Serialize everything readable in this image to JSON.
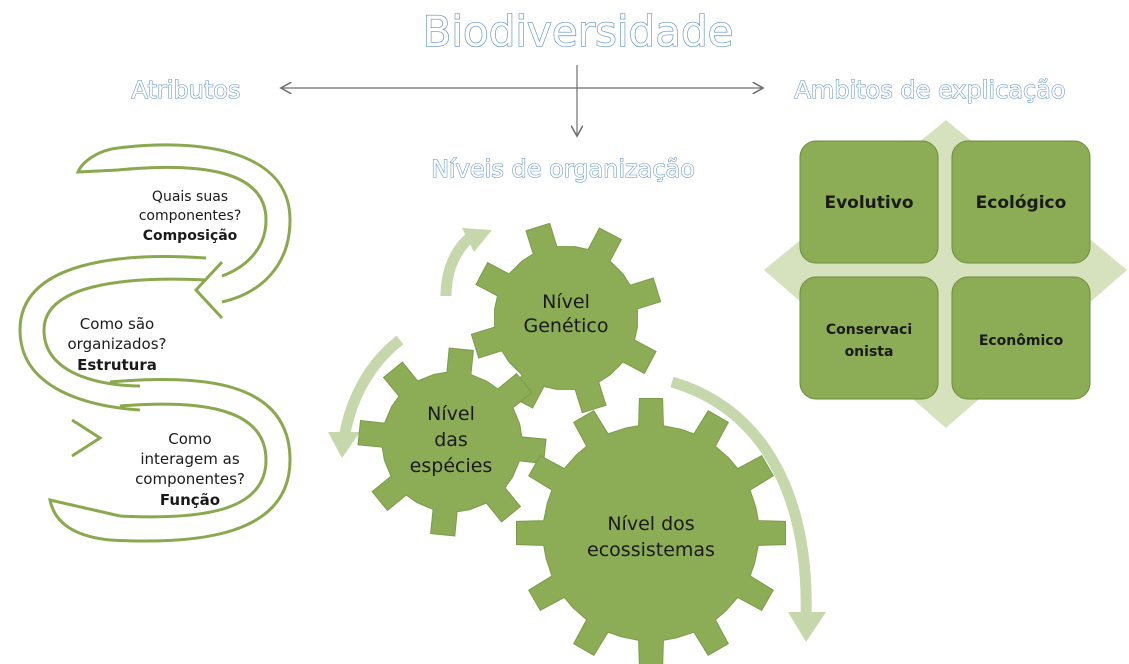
{
  "title": "Biodiversidade",
  "headings": {
    "left": "Atributos",
    "center": "Níveis de organização",
    "right": "Ambitos de explicação"
  },
  "attributes": [
    {
      "question": [
        "Quais suas",
        "componentes?"
      ],
      "label": "Composição"
    },
    {
      "question": [
        "Como são",
        "organizados?"
      ],
      "label": "Estrutura"
    },
    {
      "question": [
        "Como",
        "interagem as",
        "componentes?"
      ],
      "label": "Função"
    }
  ],
  "gears": [
    {
      "line1": "Nível",
      "line2": "Genético"
    },
    {
      "line1": "Nível",
      "line2": "das",
      "line3": "espécies"
    },
    {
      "line1": "Nível dos",
      "line2": "ecossistemas"
    }
  ],
  "scopes": [
    "Evolutivo",
    "Ecológico",
    "Conservaci",
    "onista",
    "Econômico"
  ],
  "colors": {
    "gear": "#8cad55",
    "gear_stroke": "#7c9a49",
    "tile": "#8cad55",
    "tile_stroke": "#6b8c3a",
    "diamond": "#d5e2bd",
    "arc": "#c5d7ab",
    "outline_green": "#8aa84e",
    "heading_blue": "#5b8fc4"
  }
}
